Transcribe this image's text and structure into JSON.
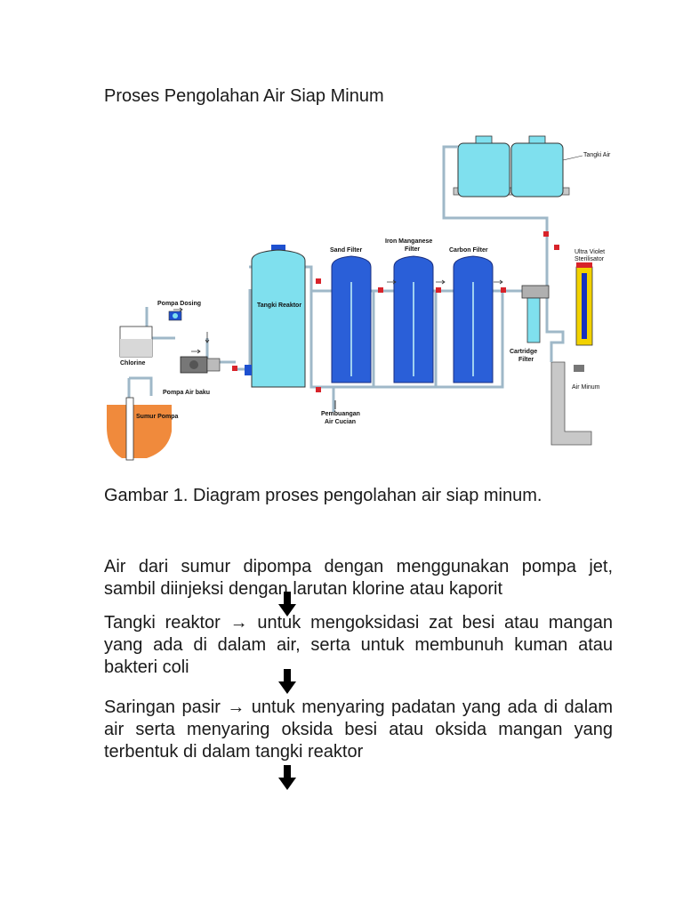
{
  "title": "Proses Pengolahan Air Siap Minum",
  "diagram": {
    "labels": {
      "tangki_air": "Tangki Air",
      "ultra_violet_1": "Ultra Violet",
      "ultra_violet_2": "Sterilisator",
      "iron_1": "Iron Manganese",
      "iron_2": "Filter",
      "sand_filter": "Sand Filter",
      "carbon_filter": "Carbon Filter",
      "pompa_dosing": "Pompa Dosing",
      "tangki_reaktor": "Tangki Reaktor",
      "chlorine": "Chlorine",
      "pompa_air_baku": "Pompa Air baku",
      "sumur_pompa": "Sumur Pompa",
      "cartridge_1": "Cartridge",
      "cartridge_2": "Filter",
      "pembuangan_1": "Pembuangan",
      "pembuangan_2": "Air Cucian",
      "air_minum": "Air Minum"
    },
    "colors": {
      "tank_fill": "#7fe0ee",
      "filter_blue": "#2a5fd8",
      "pipe": "#9fb8c8",
      "well": "#f08a3c",
      "stand": "#c8c8c8",
      "valve": "#d8232a"
    }
  },
  "caption": "Gambar 1. Diagram proses pengolahan air siap minum.",
  "paragraphs": {
    "p1": "Air dari sumur dipompa dengan menggunakan pompa jet, sambil diinjeksi dengan larutan klorine atau kaporit",
    "p2": "Tangki reaktor → untuk mengoksidasi zat besi atau mangan yang ada di dalam air, serta untuk membunuh kuman atau bakteri coli",
    "p3": "Saringan pasir → untuk menyaring  padatan yang ada di dalam air serta menyaring oksida besi atau oksida mangan yang terbentuk di dalam tangki reaktor"
  }
}
